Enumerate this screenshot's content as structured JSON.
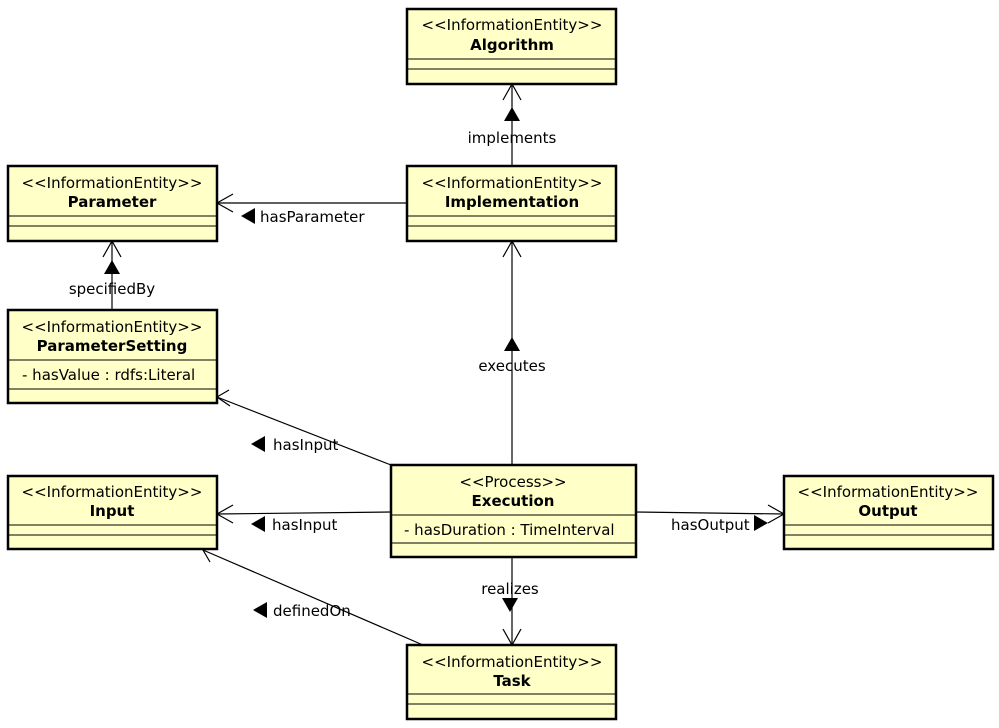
{
  "classes": {
    "algorithm": {
      "stereotype": "<<InformationEntity>>",
      "name": "Algorithm",
      "attributes": []
    },
    "parameter": {
      "stereotype": "<<InformationEntity>>",
      "name": "Parameter",
      "attributes": []
    },
    "implementation": {
      "stereotype": "<<InformationEntity>>",
      "name": "Implementation",
      "attributes": []
    },
    "parameter_setting": {
      "stereotype": "<<InformationEntity>>",
      "name": "ParameterSetting",
      "attributes": [
        "- hasValue : rdfs:Literal"
      ]
    },
    "input": {
      "stereotype": "<<InformationEntity>>",
      "name": "Input",
      "attributes": []
    },
    "execution": {
      "stereotype": "<<Process>>",
      "name": "Execution",
      "attributes": [
        "- hasDuration : TimeInterval"
      ]
    },
    "output": {
      "stereotype": "<<InformationEntity>>",
      "name": "Output",
      "attributes": []
    },
    "task": {
      "stereotype": "<<InformationEntity>>",
      "name": "Task",
      "attributes": []
    }
  },
  "associations": {
    "implements": "implements",
    "has_parameter": "hasParameter",
    "specified_by": "specifiedBy",
    "executes": "executes",
    "has_input_setting": "hasInput",
    "has_input": "hasInput",
    "has_output": "hasOutput",
    "realizes": "realizes",
    "defined_on": "definedOn"
  }
}
